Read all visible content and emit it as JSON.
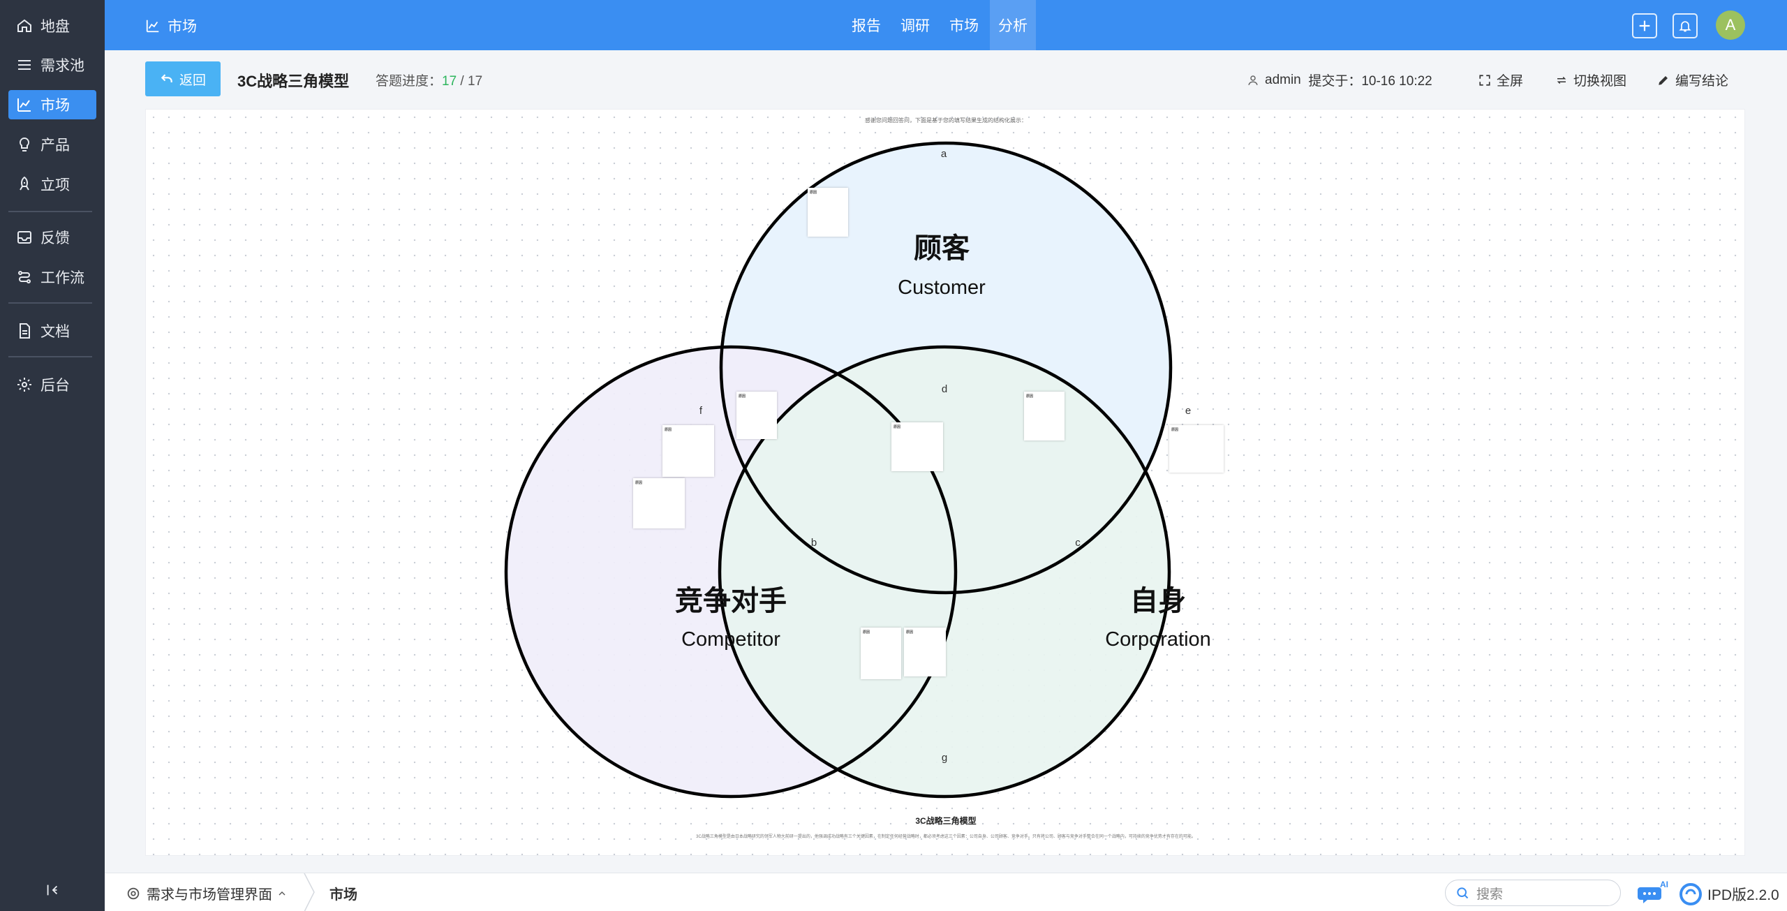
{
  "sidebar": {
    "items": [
      {
        "label": "地盘",
        "icon": "home-icon"
      },
      {
        "label": "需求池",
        "icon": "list-icon"
      },
      {
        "label": "市场",
        "icon": "chart-line-icon",
        "active": true
      },
      {
        "label": "产品",
        "icon": "lightbulb-icon"
      },
      {
        "label": "立项",
        "icon": "rocket-icon"
      },
      {
        "label": "反馈",
        "icon": "inbox-icon"
      },
      {
        "label": "工作流",
        "icon": "workflow-icon"
      },
      {
        "label": "文档",
        "icon": "document-icon"
      },
      {
        "label": "后台",
        "icon": "gear-icon"
      }
    ]
  },
  "topbar": {
    "title": "市场",
    "tabs": [
      {
        "label": "报告"
      },
      {
        "label": "调研"
      },
      {
        "label": "市场"
      },
      {
        "label": "分析",
        "active": true
      }
    ],
    "avatar_letter": "A",
    "accent": "#3a8ef2"
  },
  "header": {
    "back_label": "返回",
    "model_title": "3C战略三角模型",
    "progress_label": "答题进度：",
    "progress_done": "17",
    "progress_sep": " / ",
    "progress_total": "17",
    "user": "admin",
    "submitted": "提交于：10-16 10:22",
    "fullscreen_label": "全屏",
    "switch_view_label": "切换视图",
    "write_conclusion_label": "编写结论"
  },
  "diagram": {
    "top_hint": "感谢您问题回答问，下面是基于您的填写结果生成的结构化展示：",
    "circles": [
      {
        "zh": "顾客",
        "en": "Customer",
        "fill": "#e8f3fd"
      },
      {
        "zh": "竞争对手",
        "en": "Competitor",
        "fill": "#f0eefa"
      },
      {
        "zh": "自身",
        "en": "Corporation",
        "fill": "#e8f4f0"
      }
    ],
    "region_labels": [
      "a",
      "b",
      "c",
      "d",
      "e",
      "f",
      "g"
    ],
    "caption_title": "3C战略三角模型",
    "caption_text": "3C战略三角模型是由日本战略研究的领军人物大前研一提出的，他强调成功战略有三个关键因素，在制定任何经营战略时，都必须考虑这三个因素：公司自身、公司顾客、竞争对手。只有将公司、顾客与竞争对手整合在同一个战略内，可持续的竞争优势才有存在的可能。",
    "note_heading": "原因"
  },
  "bottombar": {
    "workspace_label": "需求与市场管理界面",
    "crumb": "市场",
    "search_placeholder": "搜索",
    "ai_badge": "AI",
    "version": "IPD版2.2.0"
  }
}
